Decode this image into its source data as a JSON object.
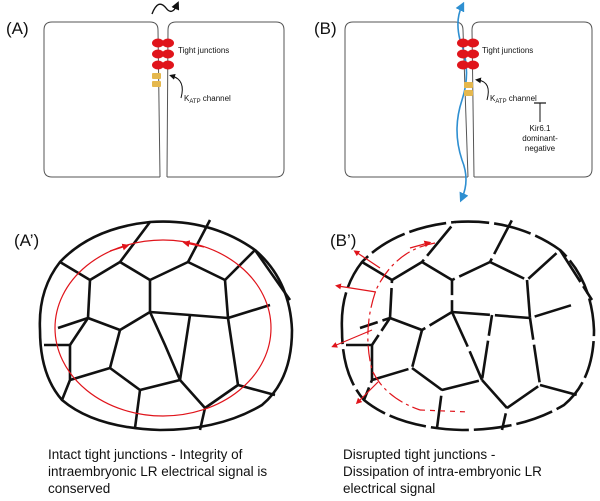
{
  "panels": {
    "A": {
      "label": "(A)",
      "tight_junctions": "Tight junctions",
      "katp_main": "K",
      "katp_sub": "ATP",
      "katp_suffix": " channel"
    },
    "B": {
      "label": "(B)",
      "tight_junctions": "Tight junctions",
      "katp_main": "K",
      "katp_sub": "ATP",
      "katp_suffix": " channel",
      "inhibitor_lines": [
        "Kir6.1",
        "dominant-",
        "negative"
      ]
    },
    "A_prime": {
      "label": "(A’)"
    },
    "B_prime": {
      "label": "(B’)"
    }
  },
  "captions": {
    "A_prime": [
      "Intact tight junctions - Integrity of",
      "intraembryonic LR electrical signal is",
      "conserved"
    ],
    "B_prime": [
      "Disrupted tight junctions -",
      "Dissipation of intra-embryonic LR",
      "electrical signal"
    ]
  },
  "colors": {
    "junction_red": "#e0141b",
    "channel_yellow": "#e5b84e",
    "leak_blue": "#2e8fd1",
    "signal_red": "#e0141b",
    "cell_outline": "#555555",
    "embryo_outline": "#111111"
  }
}
